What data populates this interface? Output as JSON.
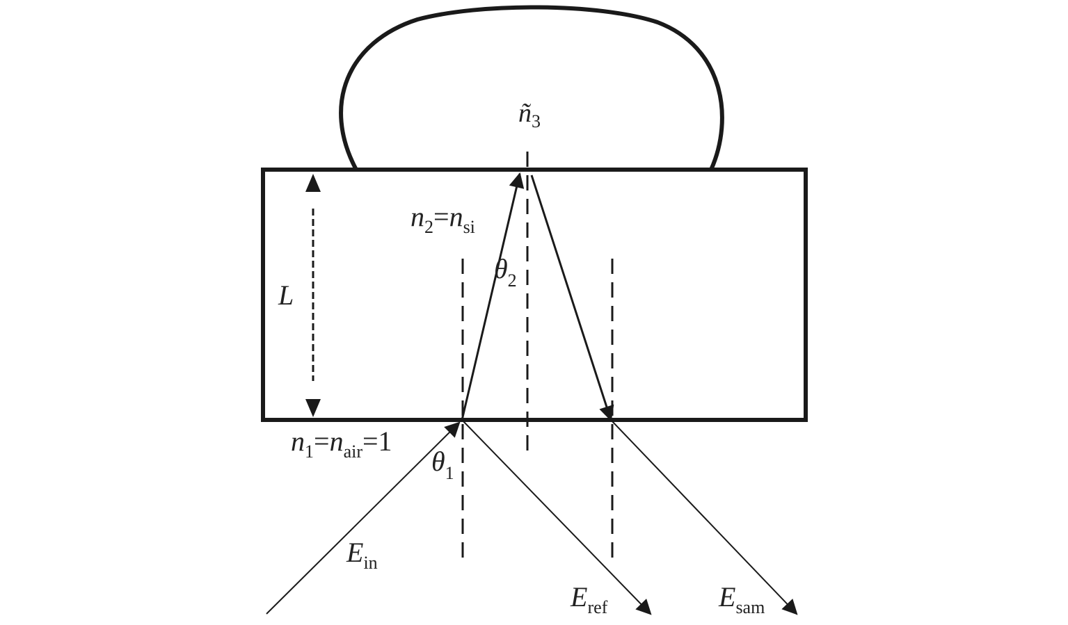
{
  "labels": {
    "n3": {
      "symbol": "ñ",
      "sub": "3"
    },
    "n2": {
      "base": "n",
      "sub1": "2",
      "eq": "=",
      "base2": "n",
      "sub2": "si"
    },
    "L": "L",
    "theta2": {
      "symbol": "θ",
      "sub": "2"
    },
    "n1": {
      "base": "n",
      "sub1": "1",
      "eq1": "=",
      "base2": "n",
      "sub2": "air",
      "eq2": "=",
      "value": "1"
    },
    "theta1": {
      "symbol": "θ",
      "sub": "1"
    },
    "Ein": {
      "base": "E",
      "sub": "in"
    },
    "Eref": {
      "base": "E",
      "sub": "ref"
    },
    "Esam": {
      "base": "E",
      "sub": "sam"
    }
  },
  "colors": {
    "stroke": "#1a1a1a",
    "text": "#222222",
    "background": "#ffffff"
  }
}
